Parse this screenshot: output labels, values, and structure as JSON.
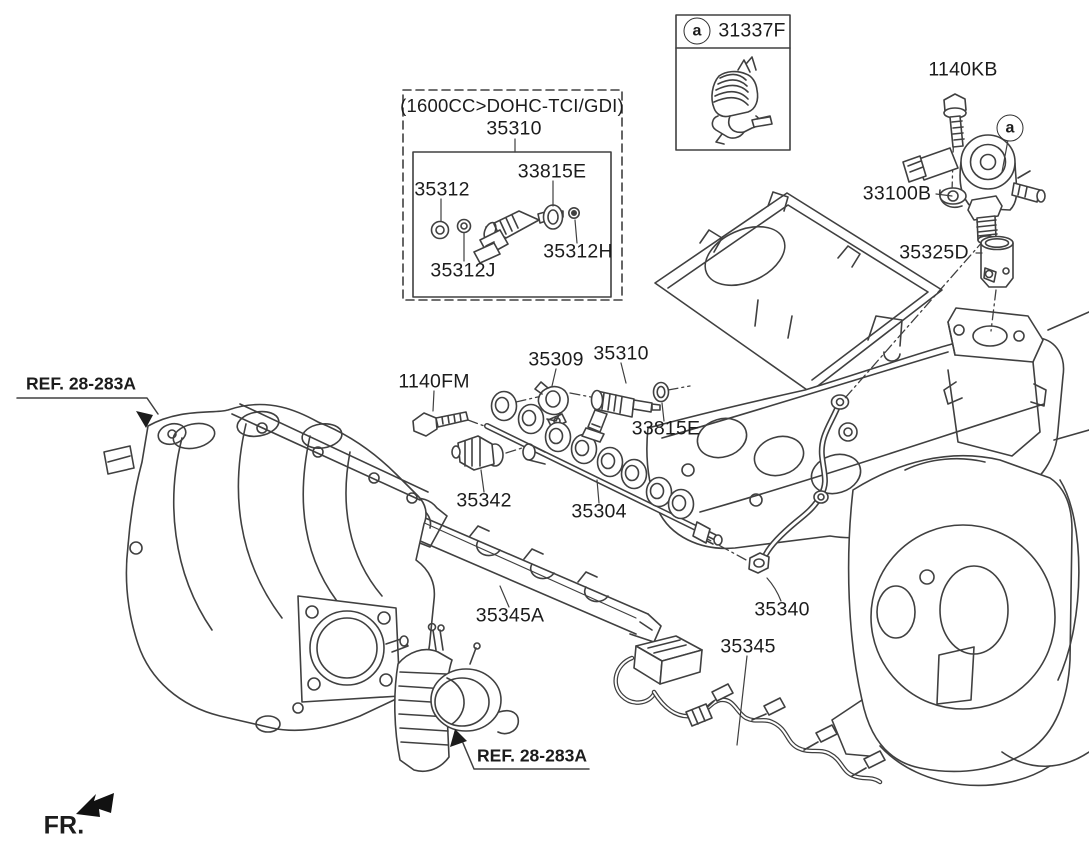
{
  "colors": {
    "line": "#404040",
    "text": "#1c1c1c",
    "background": "#ffffff"
  },
  "inset_box": {
    "marker": "a",
    "part": "31337F"
  },
  "variant_box": {
    "title": "(1600CC>DOHC-TCI/GDI)",
    "assembly_part": "35310",
    "oring_part": "33815E",
    "washer_part": "35312",
    "lower_washer_part": "35312J",
    "grommet_part": "35312H"
  },
  "callouts": {
    "pump_bolt": "1140KB",
    "pump_marker": "a",
    "pump": "33100B",
    "tappet": "35325D",
    "ref_intake": "REF. 28-283A",
    "rail_bolt": "1140FM",
    "clamp": "35309",
    "injector": "35310",
    "oring": "33815E",
    "sensor": "35342",
    "rail": "35304",
    "protector": "35345A",
    "pipe": "35340",
    "harness": "35345",
    "ref_throttle": "REF. 28-283A"
  },
  "front_marker": "FR."
}
